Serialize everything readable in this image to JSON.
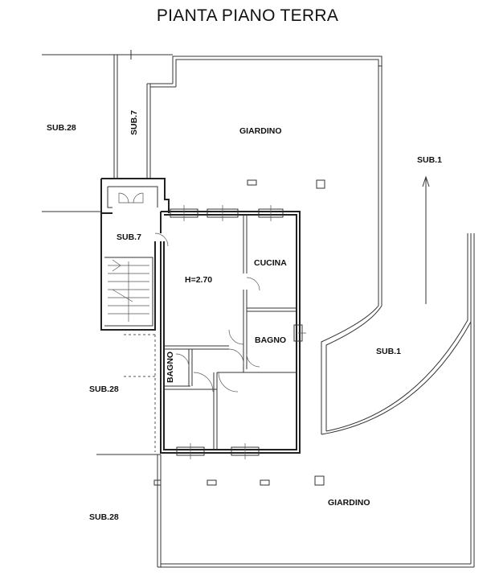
{
  "title": "PIANTA PIANO TERRA",
  "labels": {
    "sub28_top": "SUB.28",
    "sub7_vertical": "SUB.7",
    "giardino_top": "GIARDINO",
    "sub1_arrow": "SUB.1",
    "sub7_stair": "SUB.7",
    "cucina": "CUCINA",
    "height": "H=2.70",
    "bagno_right": "BAGNO",
    "bagno_left": "BAGNO",
    "sub1_curve": "SUB.1",
    "sub28_mid": "SUB.28",
    "sub28_bottom": "SUB.28",
    "giardino_bottom": "GIARDINO"
  }
}
